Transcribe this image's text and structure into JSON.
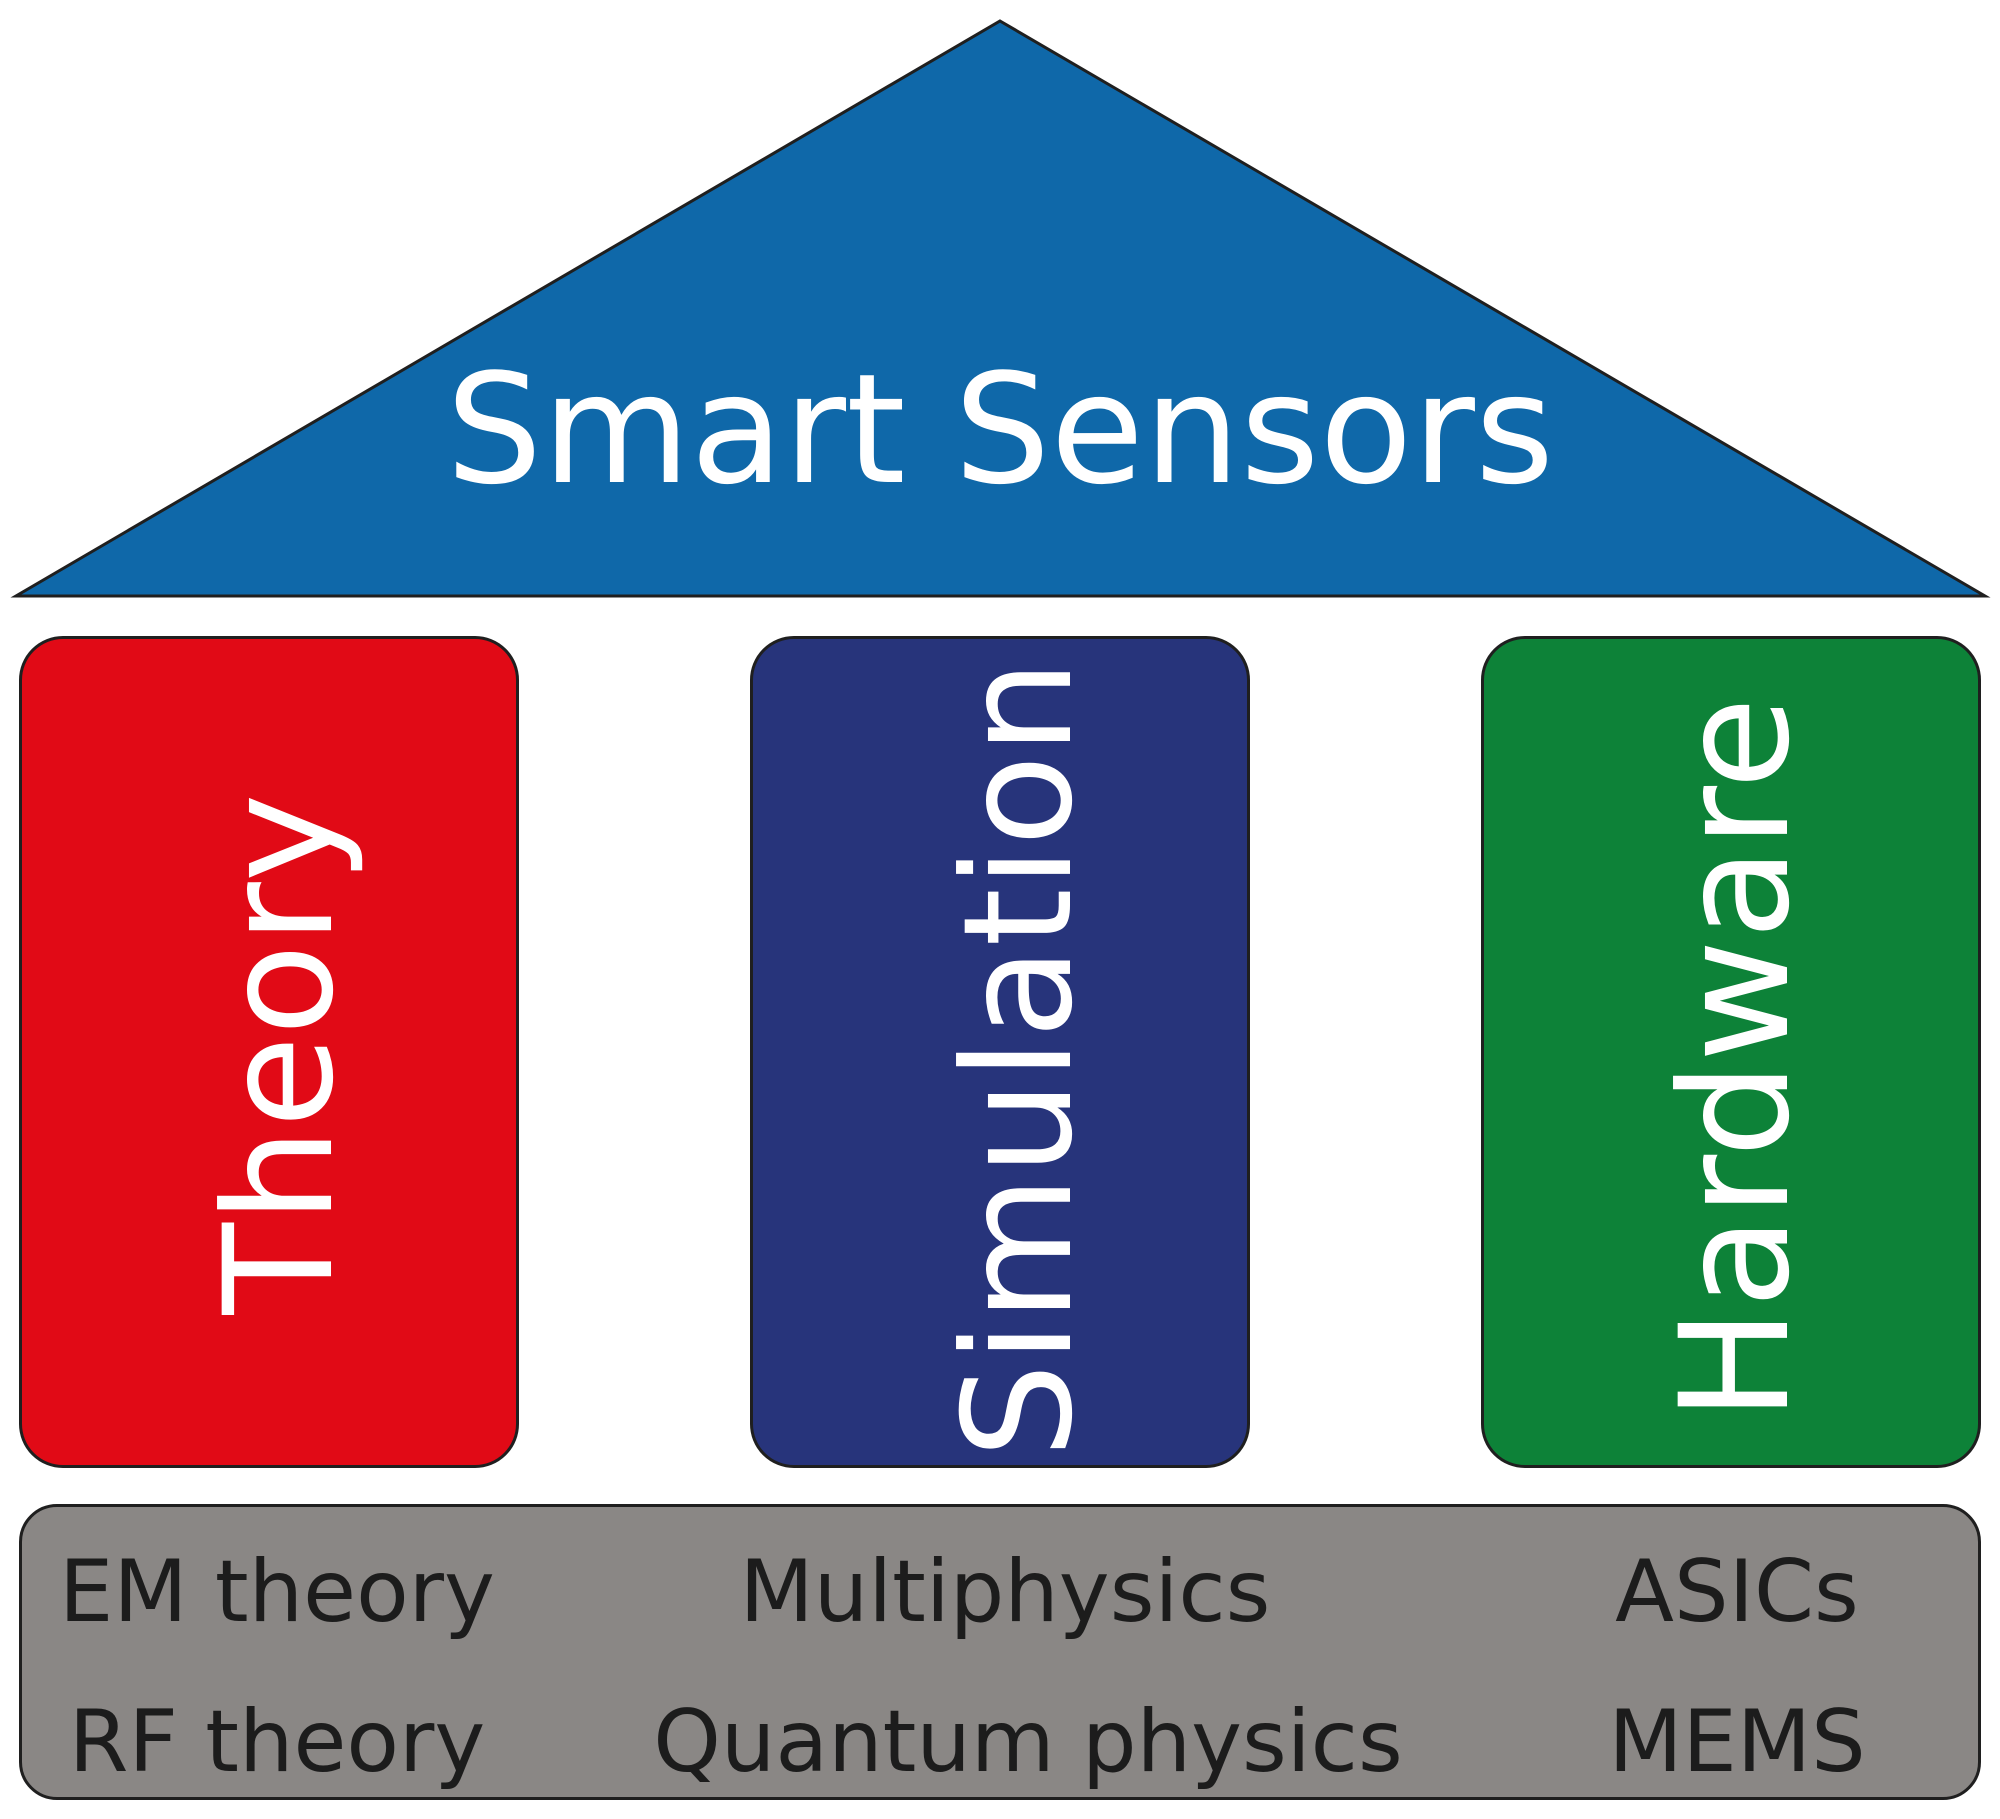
{
  "roof": {
    "title": "Smart Sensors",
    "color": "#0f68a9"
  },
  "pillars": [
    {
      "label": "Theory",
      "color": "#e10a16"
    },
    {
      "label": "Simulation",
      "color": "#27347b"
    },
    {
      "label": "Hardware",
      "color": "#0d8238"
    }
  ],
  "base": {
    "color": "#8a8785",
    "columns": [
      {
        "top": "EM theory",
        "bottom": "RF theory"
      },
      {
        "top": "Multiphysics",
        "bottom": "Quantum physics"
      },
      {
        "top": "ASICs",
        "bottom": "MEMS"
      }
    ]
  }
}
